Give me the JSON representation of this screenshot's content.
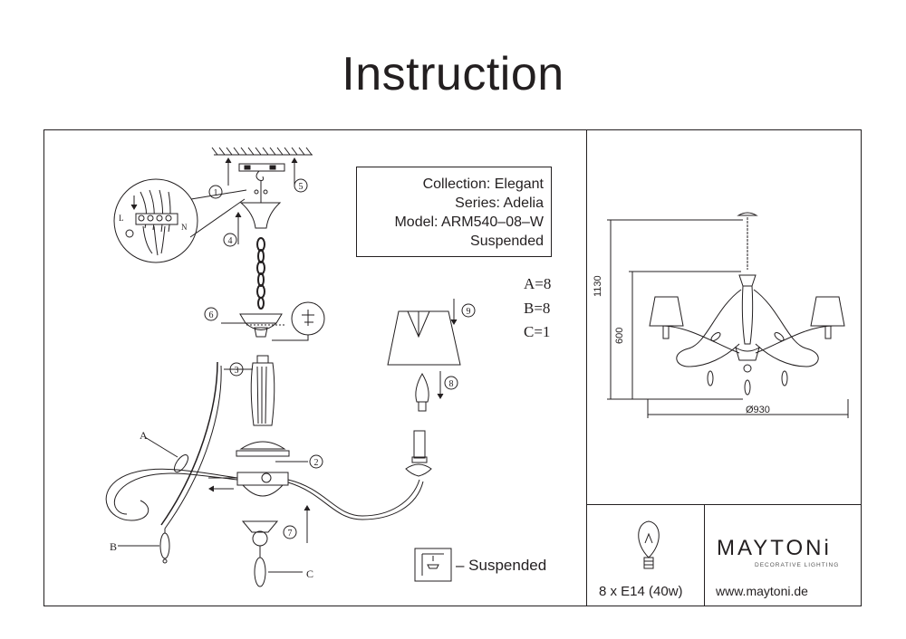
{
  "title": "Instruction",
  "info": {
    "collection": "Collection: Elegant",
    "series": "Series: Adelia",
    "model": "Model: ARM540–08–W",
    "type": "Suspended"
  },
  "parts": {
    "a": "A=8",
    "b": "B=8",
    "c": "C=1"
  },
  "labels": {
    "A": "A",
    "B": "B",
    "C": "C",
    "L": "L",
    "N": "N"
  },
  "steps": [
    "1",
    "2",
    "3",
    "4",
    "5",
    "6",
    "7",
    "8",
    "9"
  ],
  "legend": {
    "text": "– Suspended"
  },
  "dimensions": {
    "height_total": "1130",
    "height_body": "600",
    "diameter": "Ø930"
  },
  "bulb": {
    "spec": "8 x E14 (40w)"
  },
  "brand": {
    "name": "MAYTONi",
    "tagline": "DECORATIVE LIGHTING",
    "website": "www.maytoni.de"
  }
}
